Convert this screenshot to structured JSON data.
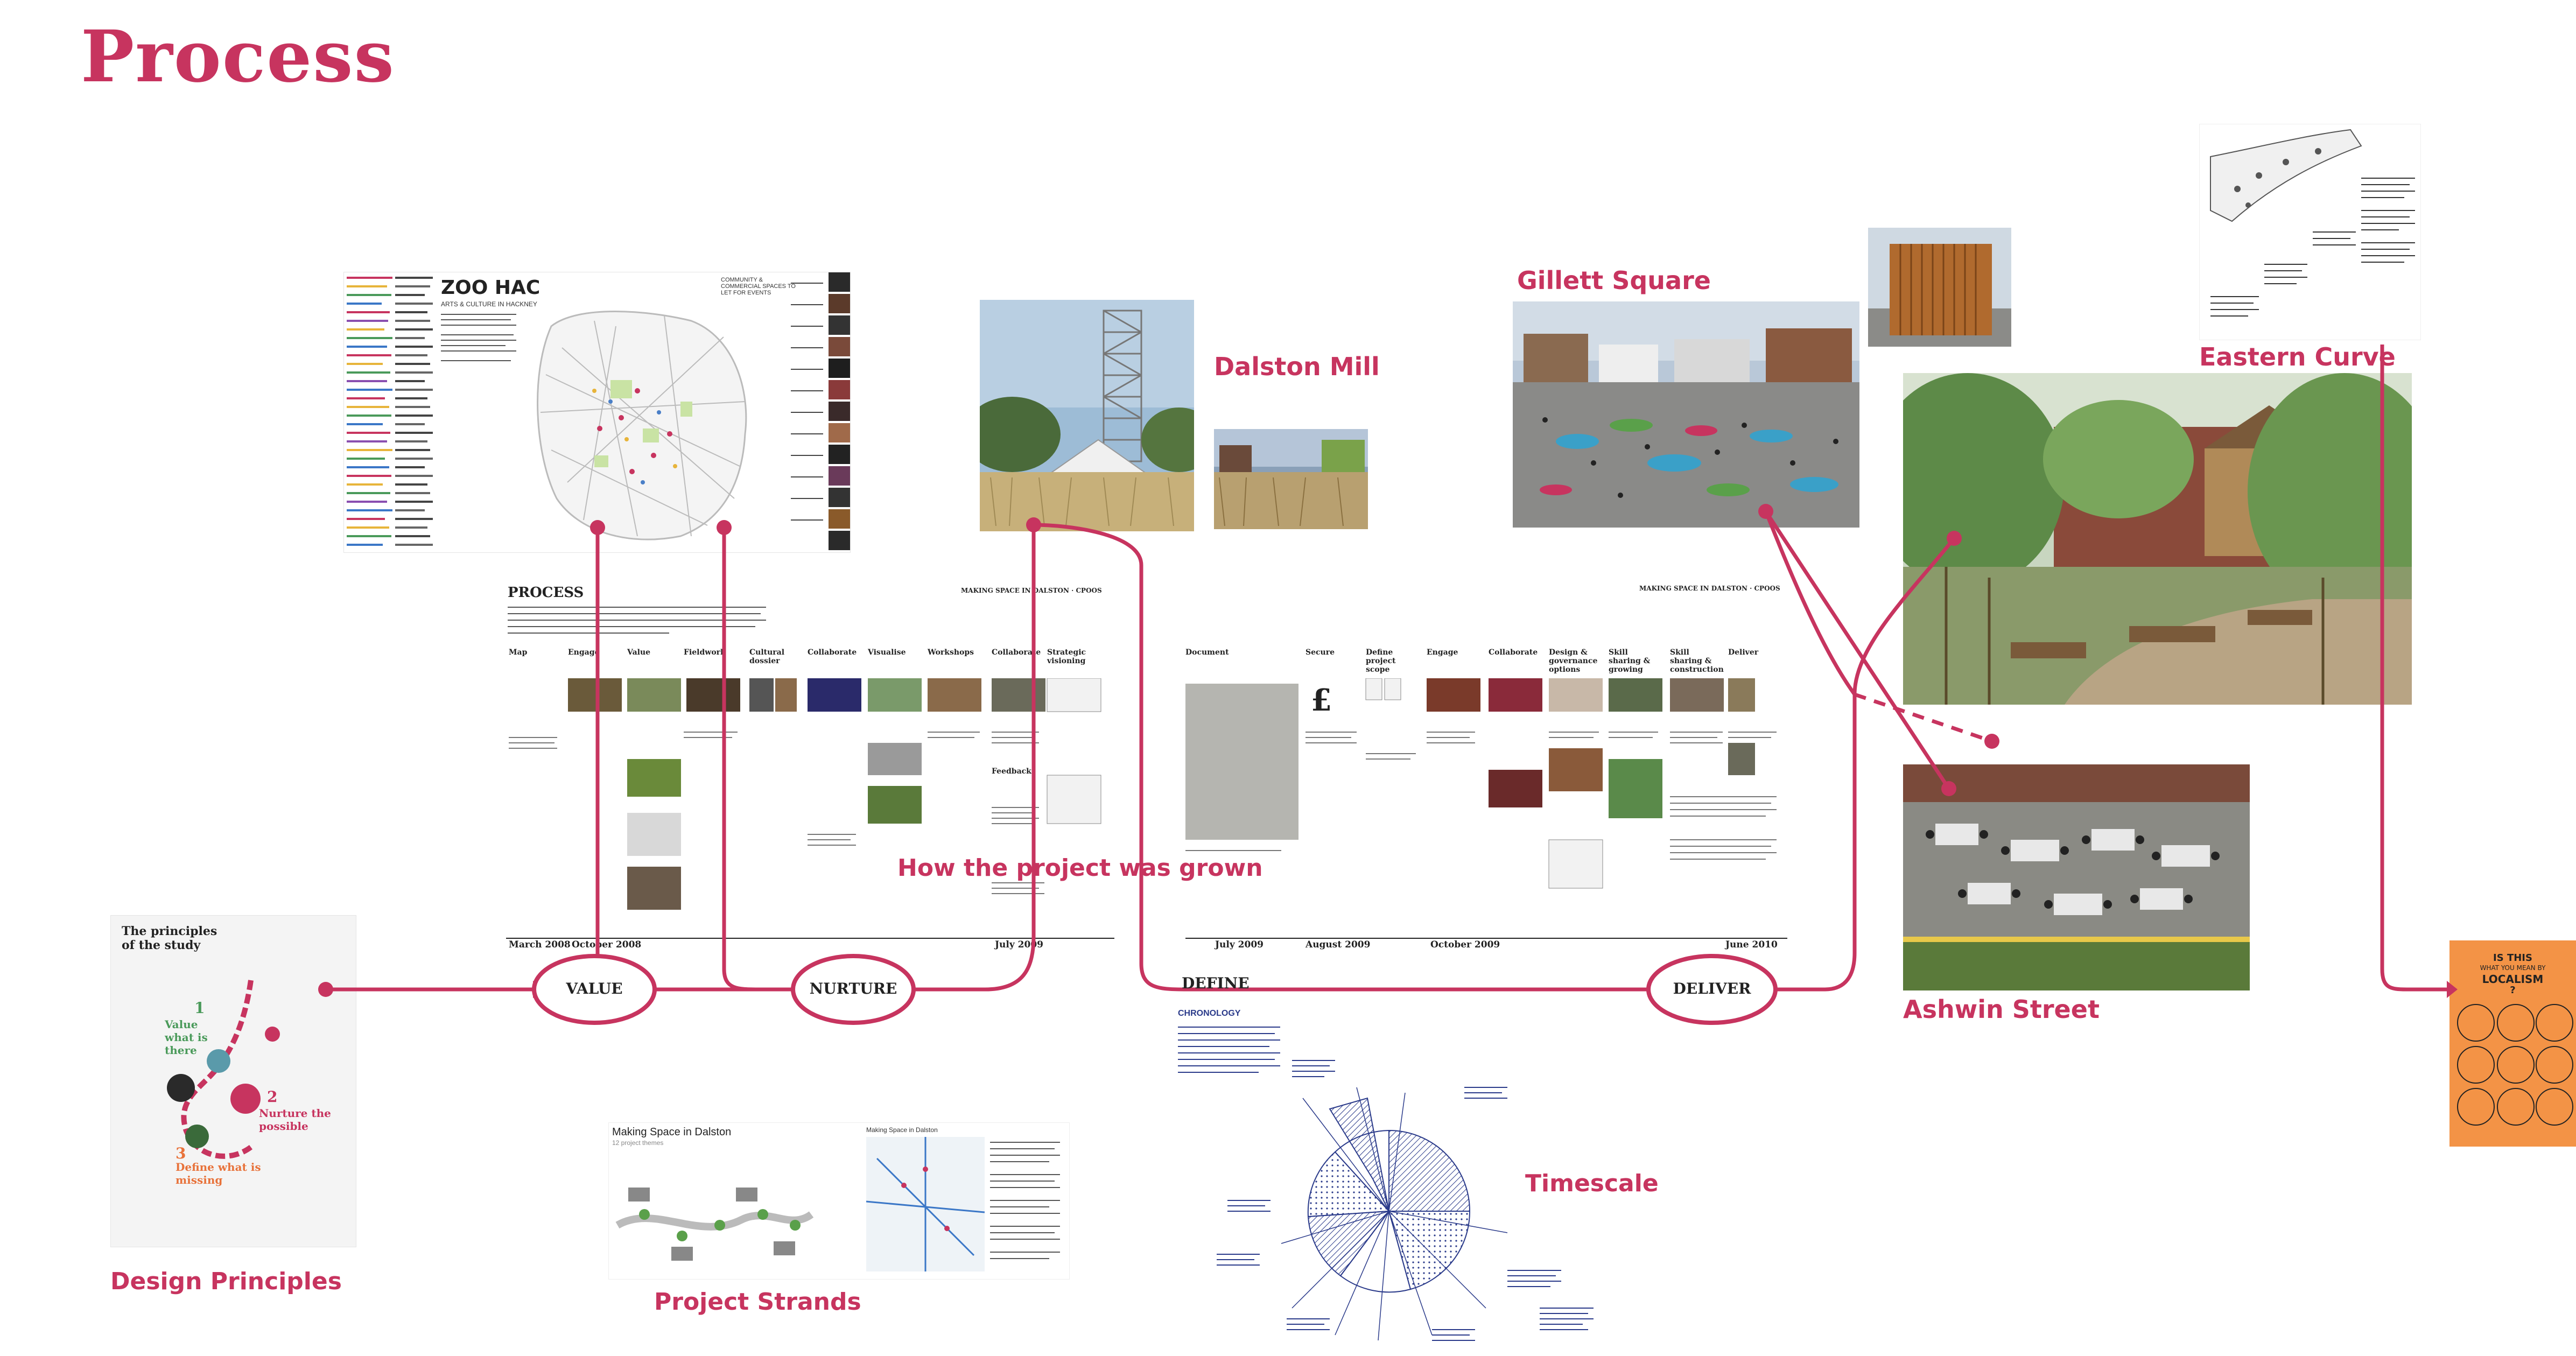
{
  "page": {
    "title": "Process"
  },
  "labels": {
    "dalston_mill": "Dalston Mill",
    "gillett_square": "Gillett Square",
    "eastern_curve": "Eastern Curve",
    "ashwin_street": "Ashwin Street",
    "how_grown": "How the project was grown",
    "design_principles": "Design Principles",
    "project_strands": "Project Strands",
    "timescale": "Timescale"
  },
  "stages": {
    "value": "VALUE",
    "nurture": "NURTURE",
    "define": "DEFINE",
    "deliver": "DELIVER"
  },
  "timeline": {
    "heading": "PROCESS",
    "header_right_1": "MAKING SPACE IN DALSTON · CPOOS",
    "header_right_2": "MAKING SPACE IN DALSTON · CPOOS",
    "phase1_columns": [
      "Map",
      "Engage",
      "Value",
      "Fieldwork",
      "Cultural dossier",
      "Collaborate",
      "Visualise",
      "Workshops",
      "Collaborate",
      "Strategic visioning"
    ],
    "phase2_columns": [
      "Document",
      "Secure",
      "Define project scope",
      "Engage",
      "Collaborate",
      "Design & governance options",
      "Skill sharing & growing",
      "Skill sharing & construction",
      "Deliver"
    ],
    "phase1_dates": [
      "March 2008",
      "October 2008",
      "July 2009"
    ],
    "phase2_dates": [
      "July 2009",
      "August 2009",
      "October 2009",
      "June 2010"
    ],
    "feedback": "Feedback"
  },
  "poster": {
    "title": "ZOO HAC",
    "subtitle": "ARTS & CULTURE IN HACKNEY",
    "legend": "COMMUNITY & COMMERCIAL SPACES TO LET FOR EVENTS"
  },
  "principles": {
    "title_line1": "The principles",
    "title_line2": "of the study",
    "item1_num": "1",
    "item1": "Value what is there",
    "item2_num": "2",
    "item2": "Nurture the possible",
    "item3_num": "3",
    "item3": "Define what is missing"
  },
  "strands": {
    "title": "Making Space in Dalston",
    "subtitle": "12 project themes",
    "map_title": "Making Space in Dalston"
  },
  "chronology": {
    "title": "CHRONOLOGY"
  },
  "localism": {
    "line1": "IS THIS",
    "line2": "WHAT YOU MEAN BY",
    "line3": "LOCALISM",
    "line4": "?"
  },
  "colors": {
    "accent": "#c7345f",
    "orange": "#f39346"
  }
}
